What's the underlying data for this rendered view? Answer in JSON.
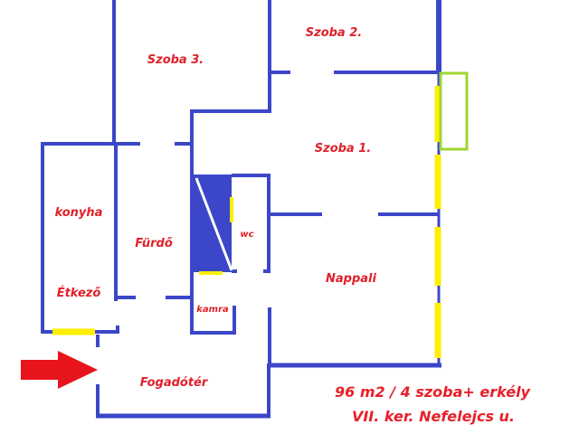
{
  "title": "Floor plan",
  "rooms": {
    "szoba3": "Szoba 3.",
    "szoba2": "Szoba 2.",
    "szoba1": "Szoba 1.",
    "konyha": "konyha",
    "furdo": "Fürdő",
    "wc": "wc",
    "etkezo": "Étkező",
    "kamra": "kamra",
    "nappali": "Nappali",
    "fogadoter": "Fogadótér"
  },
  "caption": {
    "line1": "96 m2 / 4 szoba+ erkély",
    "line2": "VII. ker. Nefelejcs u."
  },
  "colors": {
    "wall": "#3b47c8",
    "window": "#ffee00",
    "balcony": "#9ed630",
    "text": "#e0202a",
    "arrow": "#e8141c"
  },
  "icons": {
    "entrance": "entrance-arrow-icon"
  }
}
